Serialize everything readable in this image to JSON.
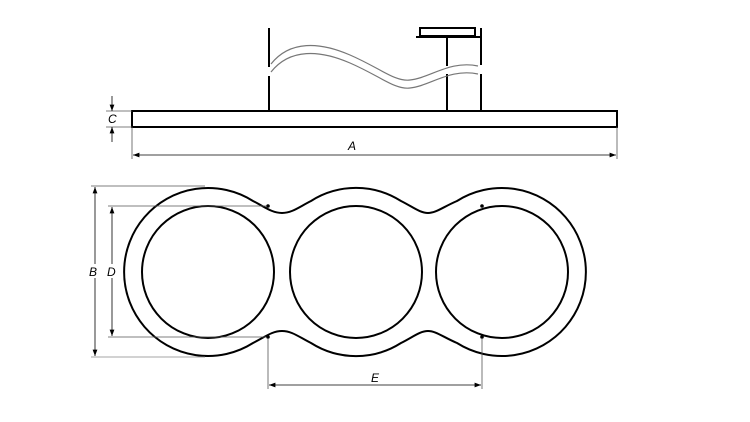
{
  "diagram": {
    "colors": {
      "stroke": "#000000",
      "thin": "#555555",
      "wave": "#777777",
      "background": "#ffffff"
    },
    "side_view": {
      "dimension_labels": {
        "length": "A",
        "thickness": "C"
      }
    },
    "plan_view": {
      "dimension_labels": {
        "outer_width": "B",
        "hole_diameter": "D",
        "hole_spacing": "E"
      },
      "hole_count": 3
    }
  }
}
